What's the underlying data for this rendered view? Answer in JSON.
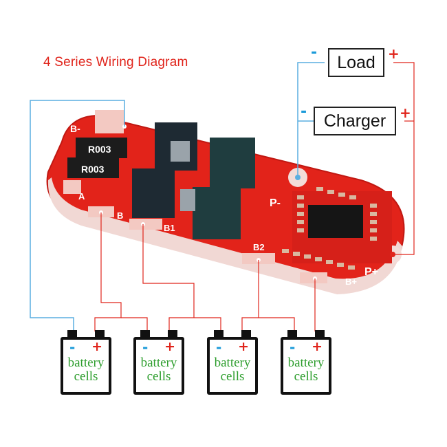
{
  "title": "4 Series Wiring Diagram",
  "load": {
    "label": "Load",
    "minus": "-",
    "plus": "+"
  },
  "charger": {
    "label": "Charger",
    "minus": "-",
    "plus": "+"
  },
  "pcb": {
    "pad_labels": [
      "B-",
      "A",
      "B",
      "B1",
      "B2",
      "B+",
      "P-",
      "P+"
    ],
    "resistor_codes": [
      "R003",
      "R003"
    ]
  },
  "cells": [
    {
      "label_line1": "battery",
      "label_line2": "cells",
      "minus": "-",
      "plus": "+"
    },
    {
      "label_line1": "battery",
      "label_line2": "cells",
      "minus": "-",
      "plus": "+"
    },
    {
      "label_line1": "battery",
      "label_line2": "cells",
      "minus": "-",
      "plus": "+"
    },
    {
      "label_line1": "battery",
      "label_line2": "cells",
      "minus": "-",
      "plus": "+"
    }
  ],
  "colors": {
    "wire_negative": "#5aaee0",
    "wire_positive": "#e0241b",
    "pcb": "#e2231a",
    "text_title": "#e0241b",
    "cell_text": "#2e9e2e"
  }
}
